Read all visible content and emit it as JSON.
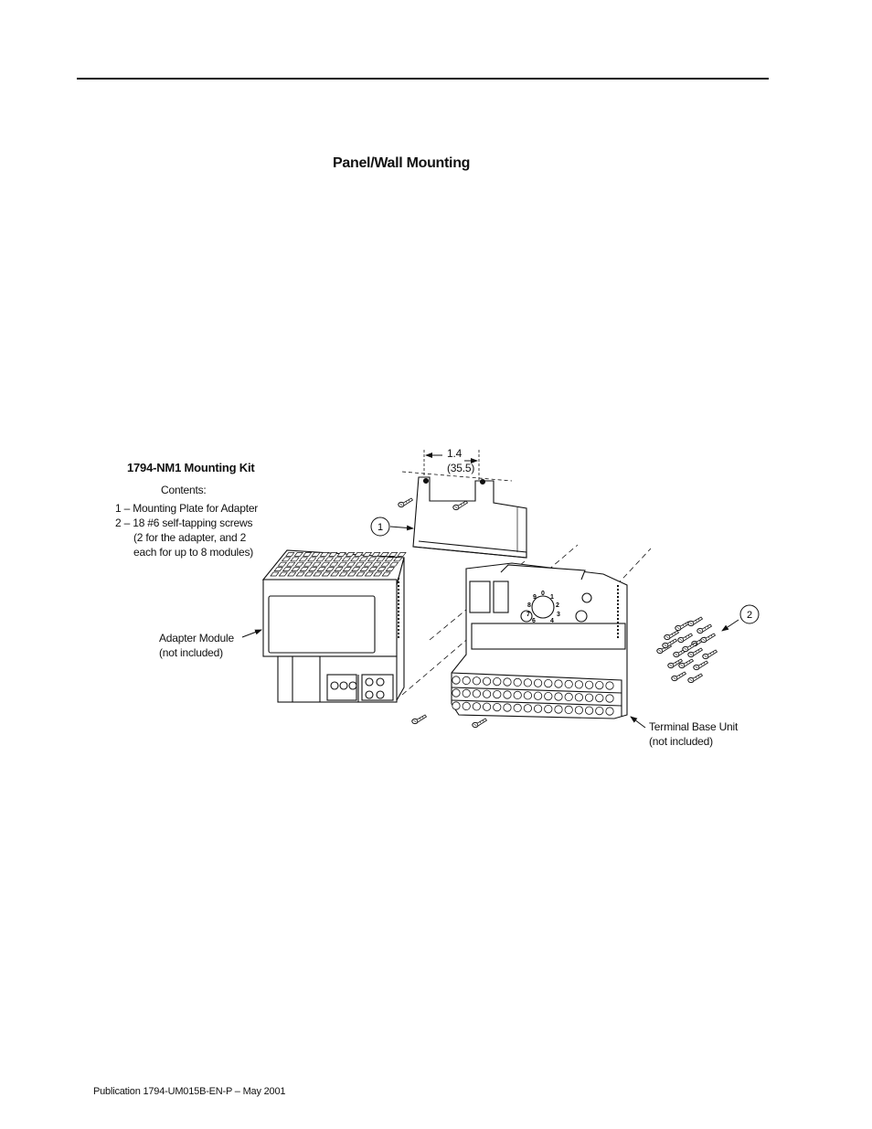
{
  "header": {
    "section_title": "Panel/Wall Mounting"
  },
  "kit": {
    "title": "1794-NM1 Mounting Kit",
    "contents_label": "Contents:",
    "items": [
      "1 – Mounting Plate for Adapter",
      "2 – 18 #6 self-tapping screws",
      "(2 for the adapter, and 2",
      "each for up to 8 modules)"
    ]
  },
  "diagram": {
    "dimension_in": "1.4",
    "dimension_mm": "(35.5)",
    "callout_1": "1",
    "callout_2": "2",
    "adapter_label_1": "Adapter Module",
    "adapter_label_2": "(not included)",
    "base_label_1": "Terminal Base Unit",
    "base_label_2": "(not included)",
    "switch_digits": [
      "9",
      "0",
      "1",
      "8",
      "2",
      "7",
      "3",
      "6",
      "4"
    ]
  },
  "footer": {
    "publication": "Publication 1794-UM015B-EN-P – May 2001"
  }
}
